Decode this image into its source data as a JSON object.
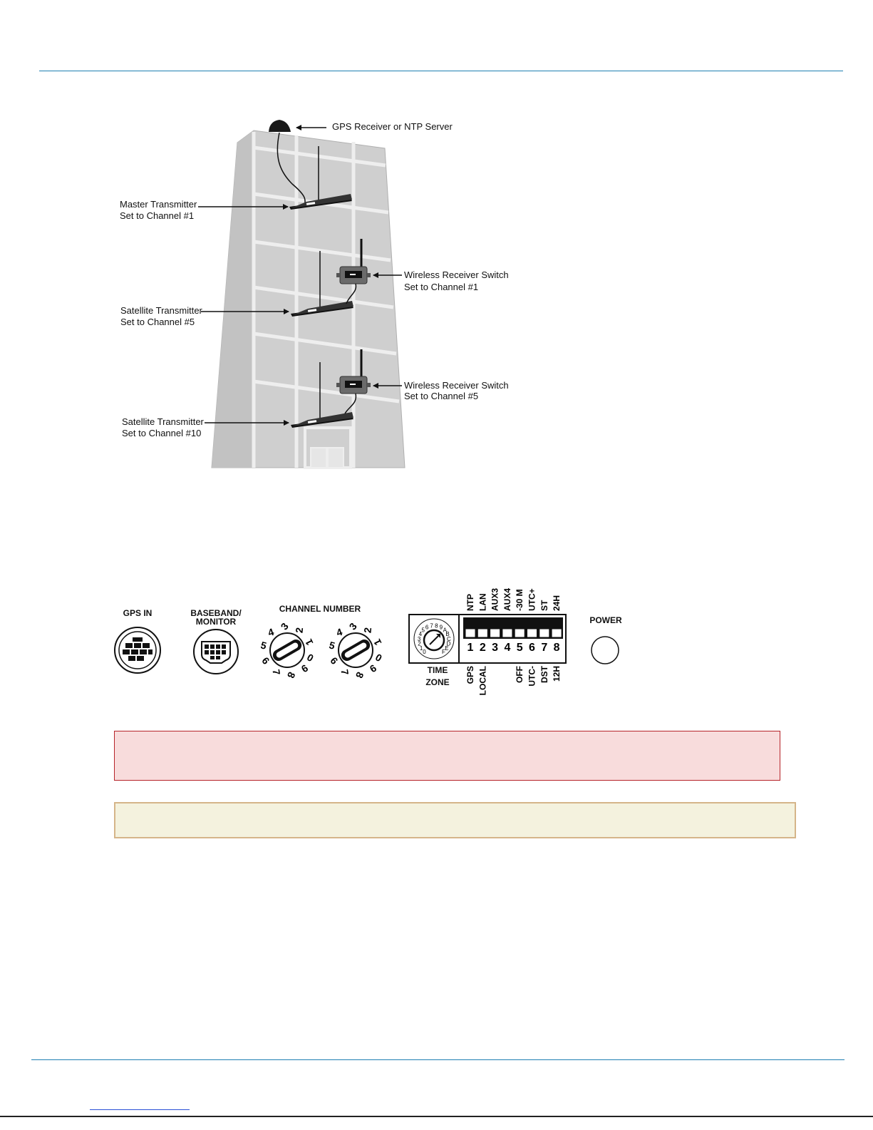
{
  "building_diagram": {
    "gps_label": "GPS Receiver or NTP Server",
    "master": {
      "line1": "Master Transmitter",
      "line2": "Set to Channel #1"
    },
    "satellite_1": {
      "line1": "Satellite Transmitter",
      "line2": "Set to Channel #5"
    },
    "satellite_2": {
      "line1": "Satellite Transmitter",
      "line2": "Set to Channel #10"
    },
    "receiver_1": {
      "line1": "Wireless Receiver Switch",
      "line2": "Set to Channel #1"
    },
    "receiver_2": {
      "line1": "Wireless Receiver Switch",
      "line2": "Set to Channel #5"
    }
  },
  "panel": {
    "gps_in": "GPS IN",
    "baseband_line1": "BASEBAND/",
    "baseband_line2": "MONITOR",
    "channel_number": "CHANNEL NUMBER",
    "dial_digits": [
      "0",
      "1",
      "2",
      "3",
      "4",
      "5",
      "6",
      "7",
      "8",
      "9"
    ],
    "timezone_dial_digits": [
      "0",
      "1",
      "2",
      "3",
      "4",
      "5",
      "6",
      "7",
      "8",
      "9",
      "A",
      "B",
      "C",
      "D",
      "E",
      "F"
    ],
    "time_zone_line1": "TIME",
    "time_zone_line2": "ZONE",
    "dip_numbers": [
      "1",
      "2",
      "3",
      "4",
      "5",
      "6",
      "7",
      "8"
    ],
    "dip_top_labels": [
      "NTP",
      "LAN",
      "AUX3",
      "AUX4",
      "-30 M",
      "UTC+",
      "ST",
      "24H"
    ],
    "dip_bottom_labels": [
      "GPS",
      "LOCAL",
      "",
      "",
      "OFF",
      "UTC-",
      "DST",
      "12H"
    ],
    "power": "POWER"
  },
  "notices": {
    "warning_color": "#f8dcdc",
    "note_color": "#f4f2de"
  }
}
